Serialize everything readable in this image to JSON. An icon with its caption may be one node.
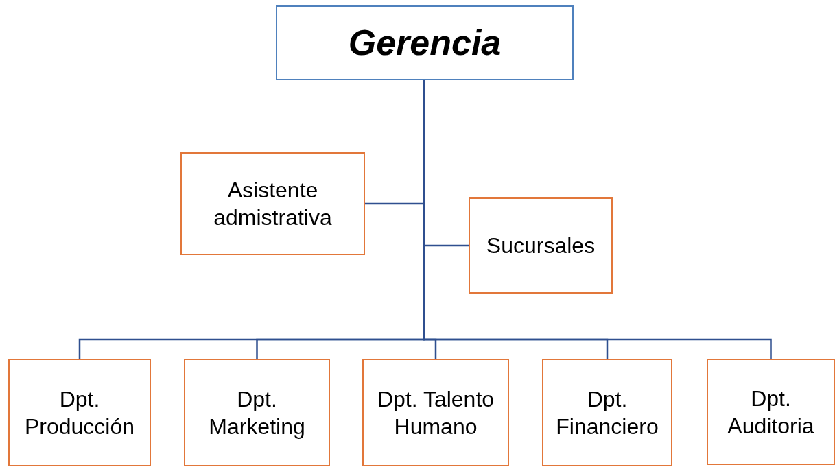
{
  "diagram": {
    "nodes": [
      {
        "text": [
          "Gerencia"
        ]
      },
      {
        "text": [
          "Asistente admistrativa"
        ]
      },
      {
        "text": [
          "Sucursales"
        ]
      },
      {
        "text": [
          "Dpt. Producción"
        ]
      },
      {
        "text": [
          "Dpt. Marketing"
        ]
      },
      {
        "text": [
          "Dpt. Talento Humano"
        ]
      },
      {
        "text": [
          "Dpt. Financiero"
        ]
      },
      {
        "text": [
          "Dpt. Auditoria"
        ]
      }
    ],
    "edges": [
      {
        "from": 0,
        "to": 1,
        "arrow": "none"
      },
      {
        "from": 0,
        "to": 2,
        "arrow": "none"
      },
      {
        "from": 0,
        "to": 3,
        "arrow": "none"
      },
      {
        "from": 0,
        "to": 4,
        "arrow": "none"
      },
      {
        "from": 0,
        "to": 5,
        "arrow": "none"
      },
      {
        "from": 0,
        "to": 6,
        "arrow": "none"
      },
      {
        "from": 0,
        "to": 7,
        "arrow": "none"
      }
    ]
  }
}
